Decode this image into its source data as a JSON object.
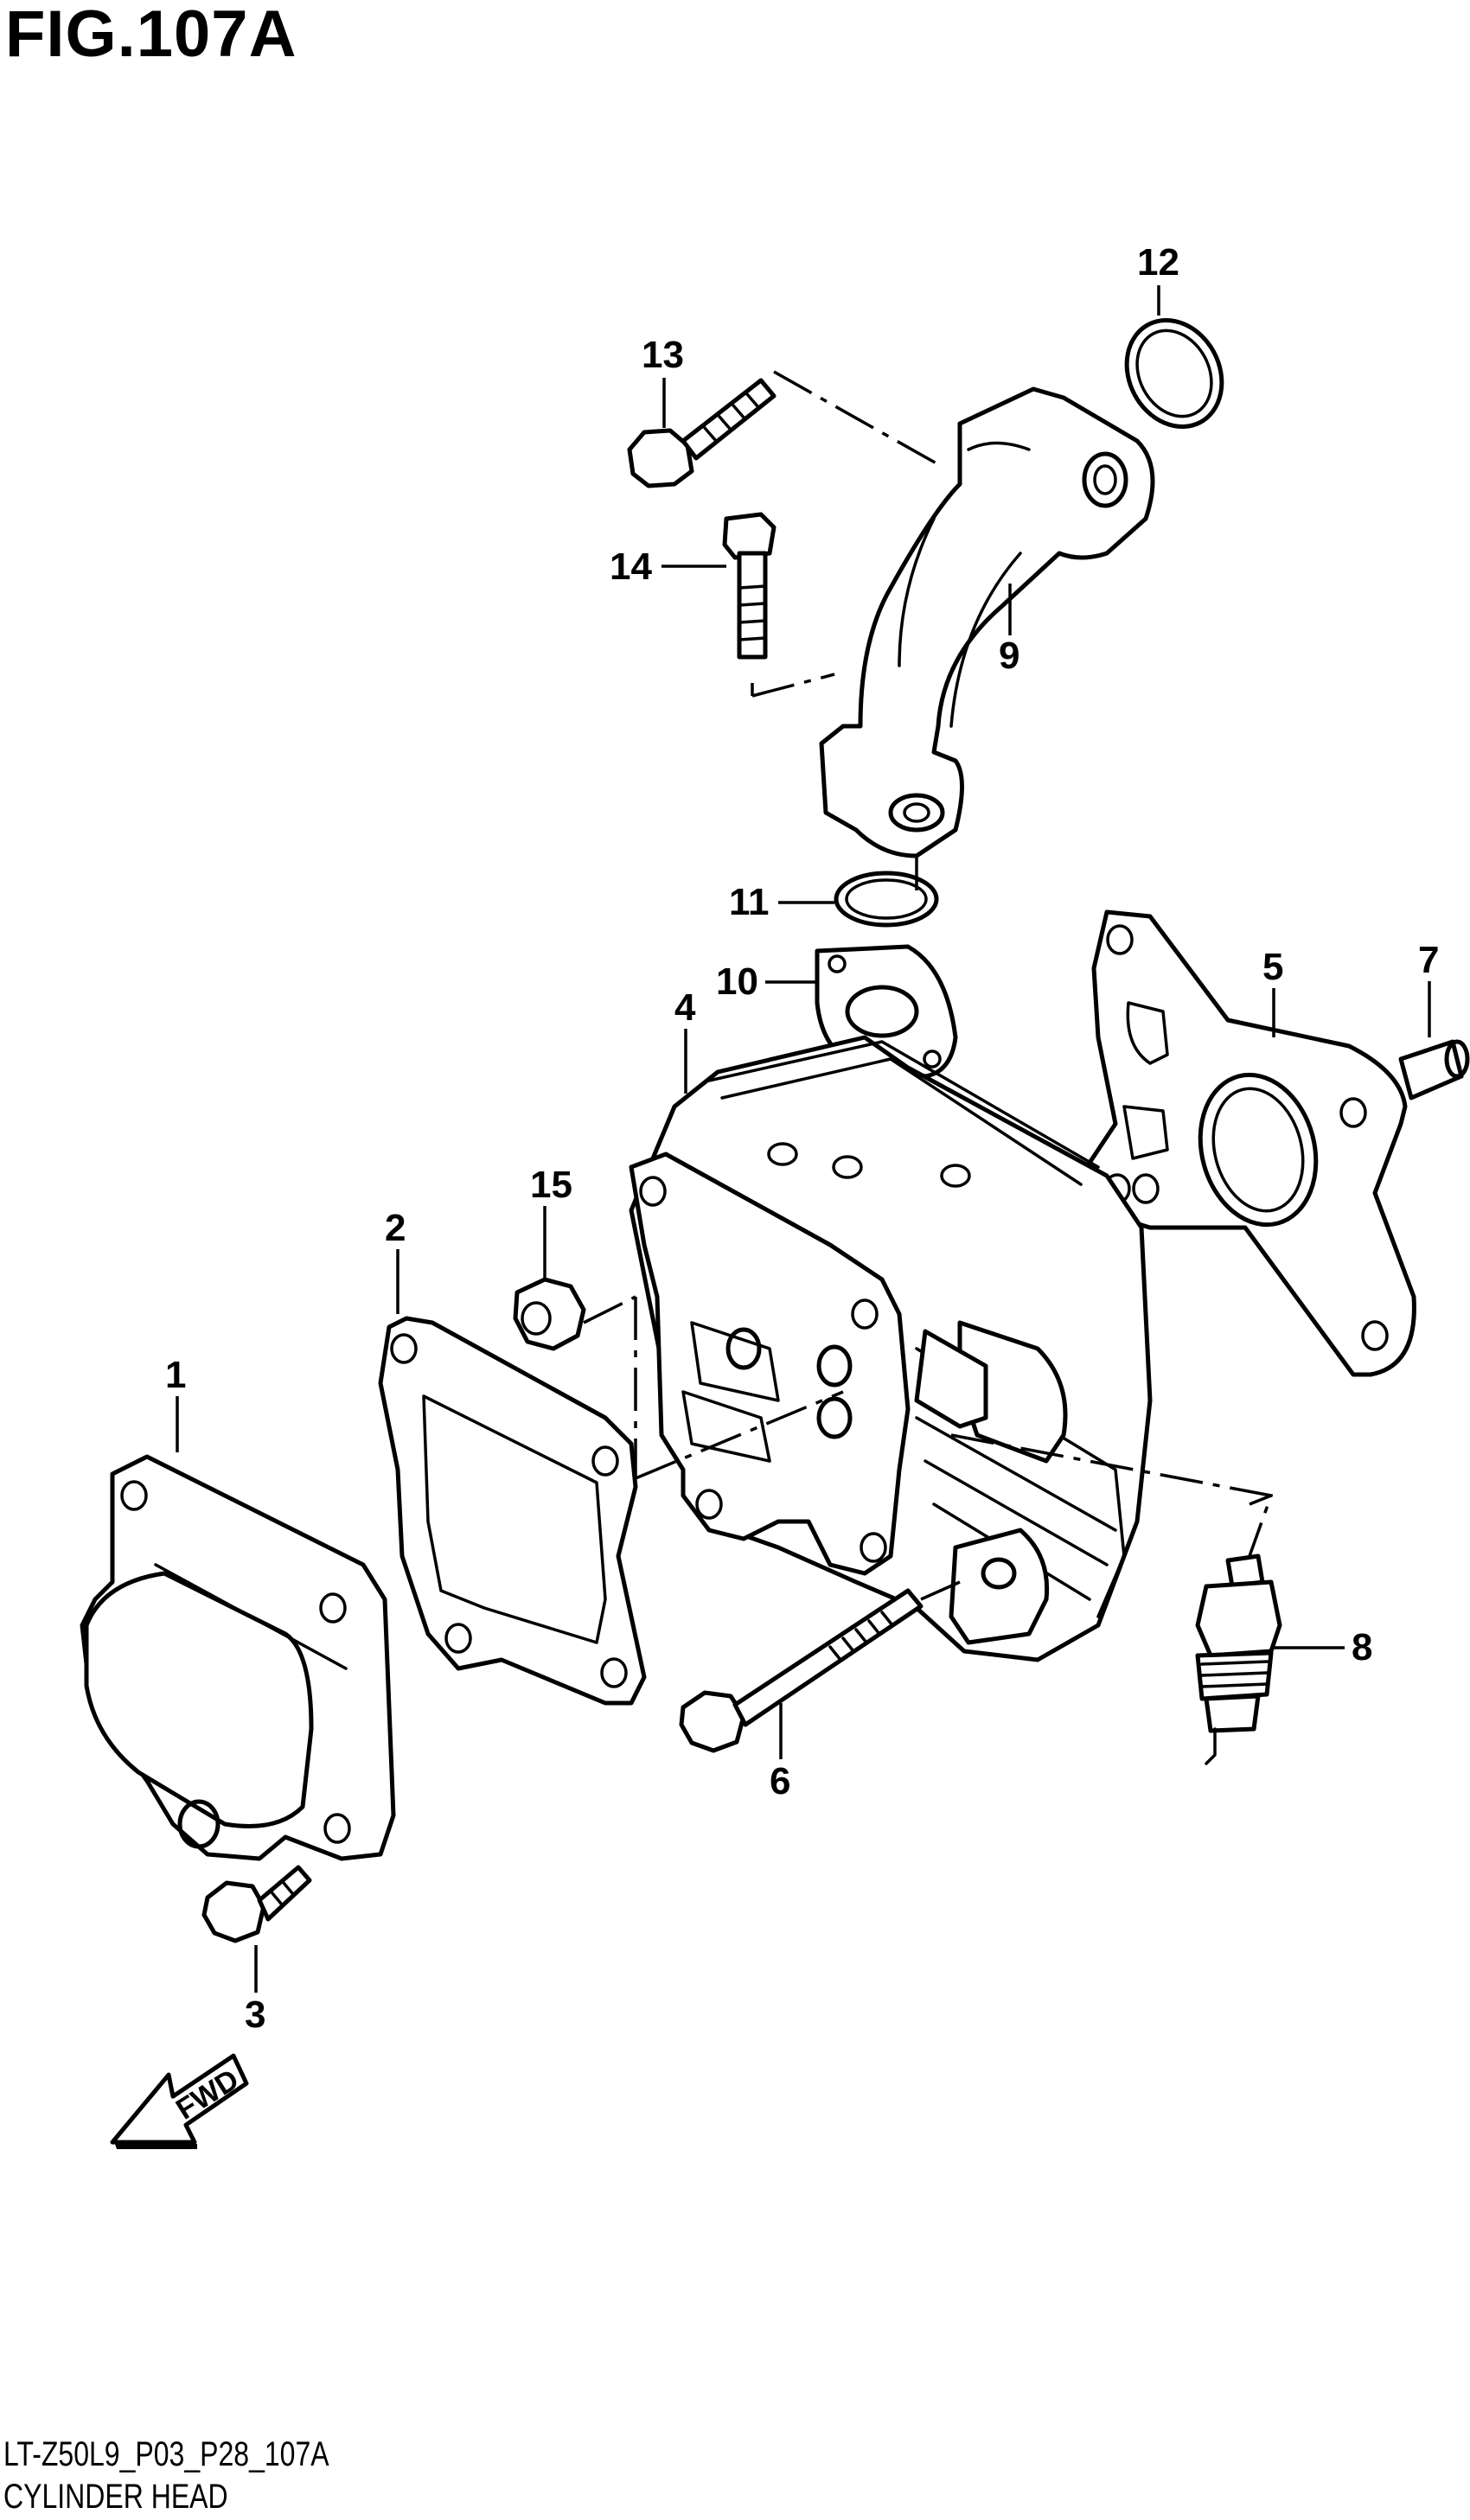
{
  "figure": {
    "title": "FIG.107A",
    "code": "LT-Z50L9_P03_P28_107A",
    "name": "CYLINDER HEAD"
  },
  "callouts": [
    "1",
    "2",
    "3",
    "4",
    "5",
    "6",
    "7",
    "8",
    "9",
    "10",
    "11",
    "12",
    "13",
    "14",
    "15"
  ],
  "direction_marker": {
    "label": "FWD"
  }
}
